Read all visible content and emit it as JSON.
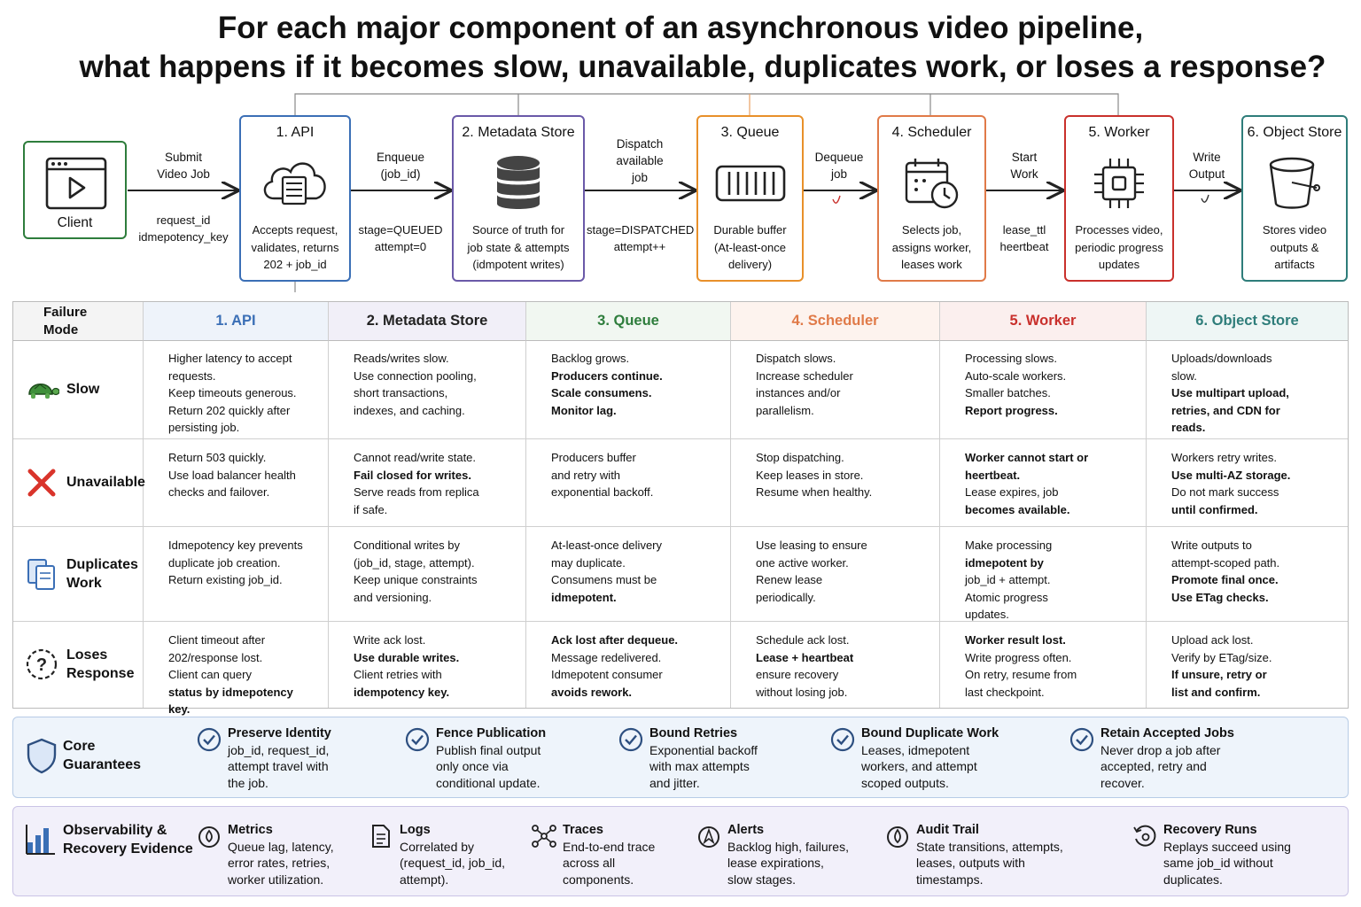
{
  "title": {
    "line1": "For each major component of an asynchronous video pipeline,",
    "line2": "what happens if it becomes slow, unavailable, duplicates work, or loses a response?"
  },
  "colors": {
    "api": "#3b6fb6",
    "metadata": "#6a59a8",
    "queue": "#e8902a",
    "scheduler": "#e07a48",
    "worker": "#c9302c",
    "object_store": "#2e7d7a",
    "client": "#2e7d3c"
  },
  "flow": {
    "client": {
      "label": "Client",
      "icon": "browser-play-icon"
    },
    "nodes": [
      {
        "title": "1. API",
        "desc": [
          "Accepts request,",
          "validates, returns",
          "202 + job_id"
        ],
        "icon": "cloud-server-icon"
      },
      {
        "title": "2. Metadata Store",
        "desc": [
          "Source of truth for",
          "job state & attempts",
          "(idmpotent writes)"
        ],
        "icon": "database-icon"
      },
      {
        "title": "3. Queue",
        "desc": [
          "Durable buffer",
          "(At-least-once",
          "delivery)"
        ],
        "icon": "queue-icon"
      },
      {
        "title": "4. Scheduler",
        "desc": [
          "Selects job,",
          "assigns worker,",
          "leases work"
        ],
        "icon": "calendar-clock-icon"
      },
      {
        "title": "5. Worker",
        "desc": [
          "Processes video,",
          "periodic progress",
          "updates"
        ],
        "icon": "cpu-chip-icon"
      },
      {
        "title": "6. Object Store",
        "desc": [
          "Stores video",
          "outputs &",
          "artifacts"
        ],
        "icon": "bucket-icon"
      }
    ],
    "edges": [
      {
        "top": [
          "Submit",
          "Video Job"
        ],
        "bottom": [
          "request_id",
          "idmepotency_key"
        ]
      },
      {
        "top": [
          "Enqueue",
          "(job_id)"
        ],
        "bottom": [
          "stage=QUEUED",
          "attempt=0"
        ]
      },
      {
        "top": [
          "Dispatch",
          "available",
          "job"
        ],
        "bottom": [
          "stage=DISPATCHED",
          "attempt++"
        ]
      },
      {
        "top": [
          "Dequeue",
          "job"
        ],
        "bottom": []
      },
      {
        "top": [
          "Start",
          "Work"
        ],
        "bottom": [
          "lease_ttl",
          "heertbeat"
        ]
      },
      {
        "top": [
          "Write",
          "Output"
        ],
        "bottom": []
      }
    ]
  },
  "table": {
    "corner": [
      "Failure",
      "Mode"
    ],
    "headers": [
      "1. API",
      "2. Metadata Store",
      "3. Queue",
      "4. Scheduler",
      "5. Worker",
      "6. Object Store"
    ],
    "rows": [
      {
        "label": [
          "Slow"
        ],
        "icon": "turtle-icon",
        "cells": [
          [
            "Higher latency to accept",
            "requests.",
            "Keep timeouts generous.",
            "Return 202 quickly after",
            "persisting job."
          ],
          [
            "Reads/writes slow.",
            "Use connection pooling,",
            "short transactions,",
            "indexes, and caching."
          ],
          [
            "Backlog grows.",
            "Producers continue.",
            "Scale consumens.",
            "Monitor lag."
          ],
          [
            "Dispatch slows.",
            "Increase scheduler",
            "instances and/or",
            "parallelism."
          ],
          [
            "Processing slows.",
            "Auto-scale workers.",
            "Smaller batches.",
            "Report progress."
          ],
          [
            "Uploads/downloads",
            "slow.",
            "Use multipart upload,",
            "retries, and CDN for",
            "reads."
          ]
        ]
      },
      {
        "label": [
          "Unavailable"
        ],
        "icon": "x-icon",
        "cells": [
          [
            "Return 503 quickly.",
            "Use load balancer health",
            "checks and failover."
          ],
          [
            "Cannot read/write state.",
            "Fail closed for writes.",
            "Serve reads from replica",
            "if safe."
          ],
          [
            "Producers buffer",
            "and retry with",
            "exponential backoff."
          ],
          [
            "Stop dispatching.",
            "Keep leases in store.",
            "Resume when healthy."
          ],
          [
            "Worker cannot start or",
            "heertbeat.",
            "Lease expires, job",
            "becomes available."
          ],
          [
            "Workers retry writes.",
            "Use multi-AZ storage.",
            "Do not mark success",
            "until confirmed."
          ]
        ]
      },
      {
        "label": [
          "Duplicates",
          "Work"
        ],
        "icon": "duplicate-docs-icon",
        "cells": [
          [
            "Idmepotency key prevents",
            "duplicate job creation.",
            "Return existing job_id."
          ],
          [
            "Conditional writes by",
            "(job_id, stage, attempt).",
            "Keep unique constraints",
            "and versioning."
          ],
          [
            "At-least-once delivery",
            "may duplicate.",
            "Consumens must be",
            "idmepotent."
          ],
          [
            "Use leasing to ensure",
            "one active worker.",
            "Renew lease",
            "periodically."
          ],
          [
            "Make processing",
            "idmepotent by",
            "job_id + attempt.",
            "Atomic progress",
            "updates."
          ],
          [
            "Write outputs to",
            "attempt-scoped path.",
            "Promote final once.",
            "Use ETag checks."
          ]
        ]
      },
      {
        "label": [
          "Loses",
          "Response"
        ],
        "icon": "question-circle-icon",
        "cells": [
          [
            "Client timeout after",
            "202/response lost.",
            "Client can query",
            "status by idmepotency key."
          ],
          [
            "Write ack lost.",
            "Use durable writes.",
            "Client retries with",
            "idempotency key."
          ],
          [
            "Ack lost after dequeue.",
            "Message redelivered.",
            "Idmepotent consumer",
            "avoids rework."
          ],
          [
            "Schedule ack lost.",
            "Lease + heartbeat",
            "ensure recovery",
            "without losing job."
          ],
          [
            "Worker result lost.",
            "Write progress often.",
            "On retry, resume from",
            "last checkpoint."
          ],
          [
            "Upload ack lost.",
            "Verify by ETag/size.",
            "If unsure, retry or",
            "list and confirm."
          ]
        ]
      }
    ]
  },
  "guarantees": {
    "label": [
      "Core",
      "Guarantees"
    ],
    "icon": "shield-icon",
    "items": [
      {
        "title": "Preserve Identity",
        "lines": [
          "job_id, request_id,",
          "attempt travel with",
          "the job."
        ]
      },
      {
        "title": "Fence Publication",
        "lines": [
          "Publish final output",
          "only once via",
          "conditional update."
        ]
      },
      {
        "title": "Bound Retries",
        "lines": [
          "Exponential backoff",
          "with max attempts",
          "and jitter."
        ]
      },
      {
        "title": "Bound Duplicate Work",
        "lines": [
          "Leases, idmepotent",
          "workers, and attempt",
          "scoped outputs."
        ]
      },
      {
        "title": "Retain Accepted Jobs",
        "lines": [
          "Never drop a job after",
          "accepted, retry and",
          "recover."
        ]
      }
    ]
  },
  "observability": {
    "label": [
      "Observability &",
      "Recovery Evidence"
    ],
    "icon": "bar-chart-icon",
    "items": [
      {
        "title": "Metrics",
        "lines": [
          "Queue lag, latency,",
          "error rates, retries,",
          "worker utilization."
        ],
        "icon": "gauge-icon"
      },
      {
        "title": "Logs",
        "lines": [
          "Correlated by",
          "(request_id, job_id,",
          "attempt)."
        ],
        "icon": "log-doc-icon"
      },
      {
        "title": "Traces",
        "lines": [
          "End-to-end trace",
          "across all",
          "components."
        ],
        "icon": "trace-nodes-icon"
      },
      {
        "title": "Alerts",
        "lines": [
          "Backlog high, failures,",
          "lease expirations,",
          "slow stages."
        ],
        "icon": "alert-bell-icon"
      },
      {
        "title": "Audit Trail",
        "lines": [
          "State transitions, attempts,",
          "leases, outputs with",
          "timestamps."
        ],
        "icon": "audit-drop-icon"
      },
      {
        "title": "Recovery Runs",
        "lines": [
          "Replays succeed using",
          "same job_id without",
          "duplicates."
        ],
        "icon": "recovery-icon"
      }
    ]
  }
}
